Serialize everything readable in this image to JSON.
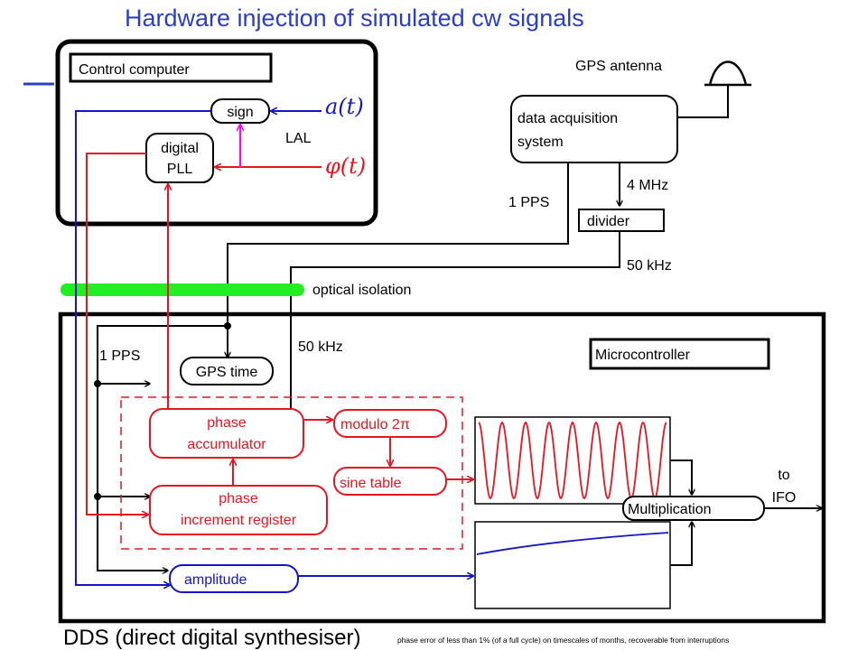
{
  "title": "Hardware injection of simulated cw  signals",
  "footer": {
    "main": "DDS (direct digital synthesiser)",
    "note": "phase error of less than 1% (of a full cycle) on timescales of months,  recoverable from interruptions"
  },
  "control": {
    "title": "Control computer",
    "sign": "sign",
    "pll_line1": "digital",
    "pll_line2": "PLL",
    "lal": "LAL",
    "a_of_t": "a(t)",
    "phi_of_t": "φ(t)"
  },
  "gps": {
    "antenna": "GPS antenna",
    "daq_line1": "data acquisition",
    "daq_line2": "system",
    "pps_out": "1 PPS",
    "mhz": "4 MHz",
    "divider": "divider",
    "khz_out": "50 kHz"
  },
  "isolation": "optical isolation",
  "micro": {
    "title": "Microcontroller",
    "pps_in": "1 PPS",
    "khz_in": "50 kHz",
    "gps_time": "GPS time",
    "acc_line1": "phase",
    "acc_line2": "accumulator",
    "modulo": "modulo 2π",
    "sine_table": "sine table",
    "inc_line1": "phase",
    "inc_line2": "increment register",
    "amplitude": "amplitude",
    "multiplication": "Multiplication",
    "to_line1": "to",
    "to_line2": "IFO"
  },
  "colors": {
    "blue": "#1414c8",
    "red": "#e8141e",
    "magenta": "#ff00ff",
    "green": "#22ee22",
    "title": "#2b3fc4"
  }
}
